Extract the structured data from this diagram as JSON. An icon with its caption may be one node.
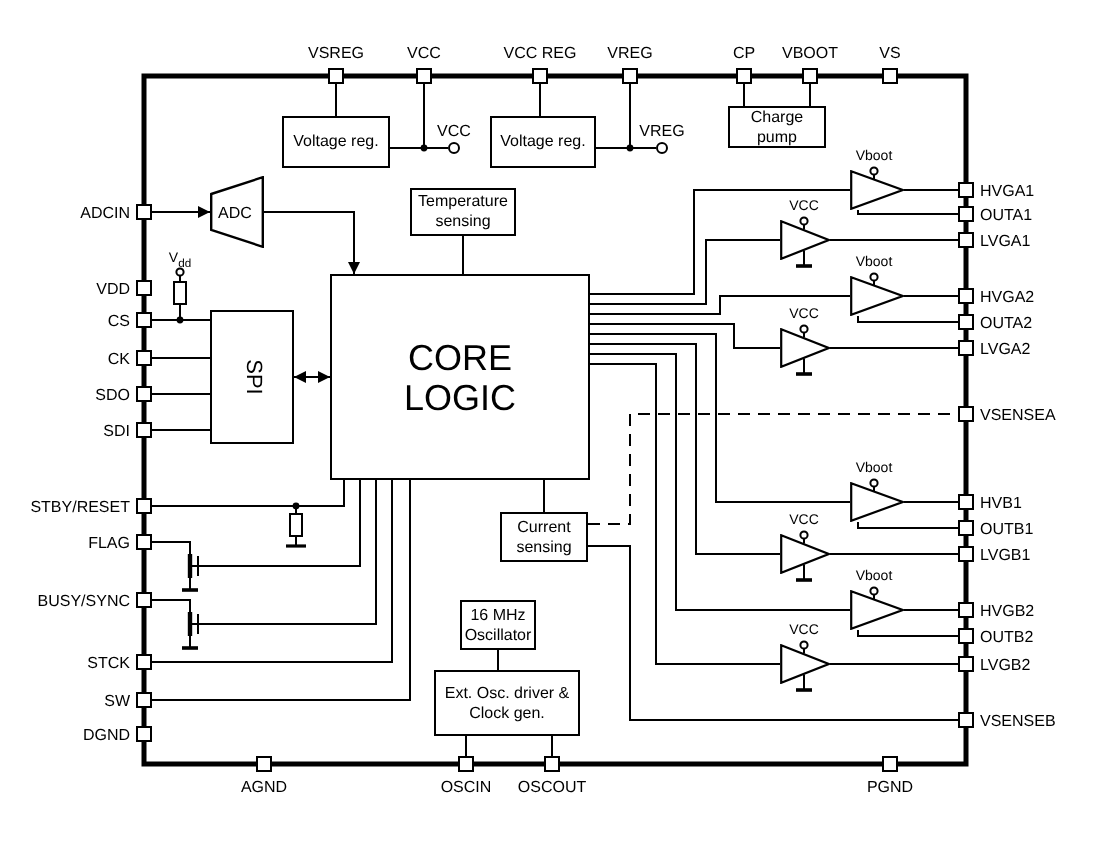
{
  "diagram": {
    "nodes": [
      {
        "text": [
          "VSREG"
        ]
      },
      {
        "text": [
          "VCC"
        ]
      },
      {
        "text": [
          "VCC REG"
        ]
      },
      {
        "text": [
          "VREG"
        ]
      },
      {
        "text": [
          "CP"
        ]
      },
      {
        "text": [
          "VBOOT"
        ]
      },
      {
        "text": [
          "VS"
        ]
      },
      {
        "text": [
          "Voltage reg."
        ]
      },
      {
        "text": [
          "VCC"
        ]
      },
      {
        "text": [
          "Voltage reg."
        ]
      },
      {
        "text": [
          "VREG"
        ]
      },
      {
        "text": [
          "Charge pump"
        ]
      },
      {
        "text": [
          "ADCIN"
        ]
      },
      {
        "text": [
          "ADC"
        ]
      },
      {
        "text": [
          "Temperature sensing"
        ]
      },
      {
        "text": [
          "VDD"
        ]
      },
      {
        "text": [
          "CS"
        ]
      },
      {
        "text": [
          "CK"
        ]
      },
      {
        "text": [
          "SDO"
        ]
      },
      {
        "text": [
          "SDI"
        ]
      },
      {
        "text": [
          "SPI"
        ]
      },
      {
        "text": [
          "CORE LOGIC"
        ]
      },
      {
        "text": [
          "STBY/RESET"
        ]
      },
      {
        "text": [
          "FLAG"
        ]
      },
      {
        "text": [
          "BUSY/SYNC"
        ]
      },
      {
        "text": [
          "STCK"
        ]
      },
      {
        "text": [
          "SW"
        ]
      },
      {
        "text": [
          "DGND"
        ]
      },
      {
        "text": [
          "Current sensing"
        ]
      },
      {
        "text": [
          "16 MHz Oscillator"
        ]
      },
      {
        "text": [
          "Ext. Osc. driver & Clock gen."
        ]
      },
      {
        "text": [
          "AGND"
        ]
      },
      {
        "text": [
          "OSCIN"
        ]
      },
      {
        "text": [
          "OSCOUT"
        ]
      },
      {
        "text": [
          "PGND"
        ]
      },
      {
        "text": [
          "HVGA1"
        ]
      },
      {
        "text": [
          "OUTA1"
        ]
      },
      {
        "text": [
          "LVGA1"
        ]
      },
      {
        "text": [
          "HVGA2"
        ]
      },
      {
        "text": [
          "OUTA2"
        ]
      },
      {
        "text": [
          "LVGA2"
        ]
      },
      {
        "text": [
          "VSENSEA"
        ]
      },
      {
        "text": [
          "HVB1"
        ]
      },
      {
        "text": [
          "OUTB1"
        ]
      },
      {
        "text": [
          "LVGB1"
        ]
      },
      {
        "text": [
          "HVGB2"
        ]
      },
      {
        "text": [
          "OUTB2"
        ]
      },
      {
        "text": [
          "LVGB2"
        ]
      },
      {
        "text": [
          "VSENSEB"
        ]
      },
      {
        "text": [],
        "shape": "triangle",
        "beside": [
          "Vboot"
        ]
      },
      {
        "text": [],
        "shape": "triangle",
        "beside": [
          "VCC"
        ]
      },
      {
        "text": [],
        "shape": "triangle",
        "beside": [
          "Vboot"
        ]
      },
      {
        "text": [],
        "shape": "triangle",
        "beside": [
          "VCC"
        ]
      },
      {
        "text": [],
        "shape": "triangle",
        "beside": [
          "Vboot"
        ]
      },
      {
        "text": [],
        "shape": "triangle",
        "beside": [
          "VCC"
        ]
      },
      {
        "text": [],
        "shape": "triangle",
        "beside": [
          "Vboot"
        ]
      },
      {
        "text": [],
        "shape": "triangle",
        "beside": [
          "VCC"
        ]
      }
    ],
    "edges": [
      {
        "from": 0,
        "to": 7,
        "arrow": "none"
      },
      {
        "from": 7,
        "to": 1,
        "arrow": "none"
      },
      {
        "from": 7,
        "to": 8,
        "arrow": "none"
      },
      {
        "from": 2,
        "to": 9,
        "arrow": "none"
      },
      {
        "from": 9,
        "to": 3,
        "arrow": "none"
      },
      {
        "from": 9,
        "to": 10,
        "arrow": "none"
      },
      {
        "from": 4,
        "to": 11,
        "arrow": "none"
      },
      {
        "from": 5,
        "to": 11,
        "arrow": "none"
      },
      {
        "from": 12,
        "to": 13,
        "arrow": "to"
      },
      {
        "from": 13,
        "to": 21,
        "arrow": "to"
      },
      {
        "from": 14,
        "to": 21,
        "arrow": "none"
      },
      {
        "from": 16,
        "to": 20,
        "arrow": "none"
      },
      {
        "from": 17,
        "to": 20,
        "arrow": "none"
      },
      {
        "from": 18,
        "to": 20,
        "arrow": "none"
      },
      {
        "from": 19,
        "to": 20,
        "arrow": "none"
      },
      {
        "from": 20,
        "to": 21,
        "arrow": "both"
      },
      {
        "from": 22,
        "to": 21,
        "arrow": "none"
      },
      {
        "from": 23,
        "to": 21,
        "arrow": "none"
      },
      {
        "from": 24,
        "to": 21,
        "arrow": "none"
      },
      {
        "from": 25,
        "to": 21,
        "arrow": "none"
      },
      {
        "from": 26,
        "to": 21,
        "arrow": "none"
      },
      {
        "from": 21,
        "to": 28,
        "arrow": "none"
      },
      {
        "from": 28,
        "to": 41,
        "arrow": "none",
        "style": "dashed"
      },
      {
        "from": 28,
        "to": 48,
        "arrow": "none"
      },
      {
        "from": 29,
        "to": 30,
        "arrow": "none"
      },
      {
        "from": 30,
        "to": 32,
        "arrow": "none"
      },
      {
        "from": 30,
        "to": 33,
        "arrow": "none"
      },
      {
        "from": 21,
        "to": 49,
        "arrow": "none"
      },
      {
        "from": 21,
        "to": 50,
        "arrow": "none"
      },
      {
        "from": 21,
        "to": 51,
        "arrow": "none"
      },
      {
        "from": 21,
        "to": 52,
        "arrow": "none"
      },
      {
        "from": 21,
        "to": 53,
        "arrow": "none"
      },
      {
        "from": 21,
        "to": 54,
        "arrow": "none"
      },
      {
        "from": 21,
        "to": 55,
        "arrow": "none"
      },
      {
        "from": 21,
        "to": 56,
        "arrow": "none"
      },
      {
        "from": 49,
        "to": 35,
        "arrow": "none"
      },
      {
        "from": 50,
        "to": 37,
        "arrow": "none"
      },
      {
        "from": 51,
        "to": 38,
        "arrow": "none"
      },
      {
        "from": 52,
        "to": 40,
        "arrow": "none"
      },
      {
        "from": 53,
        "to": 42,
        "arrow": "none"
      },
      {
        "from": 54,
        "to": 44,
        "arrow": "none"
      },
      {
        "from": 55,
        "to": 45,
        "arrow": "none"
      },
      {
        "from": 56,
        "to": 47,
        "arrow": "none"
      },
      {
        "from": 36,
        "to": 49,
        "arrow": "none"
      },
      {
        "from": 39,
        "to": 51,
        "arrow": "none"
      },
      {
        "from": 43,
        "to": 53,
        "arrow": "none"
      },
      {
        "from": 46,
        "to": 55,
        "arrow": "none"
      }
    ],
    "labels": [
      "V$_{dd}$"
    ]
  }
}
